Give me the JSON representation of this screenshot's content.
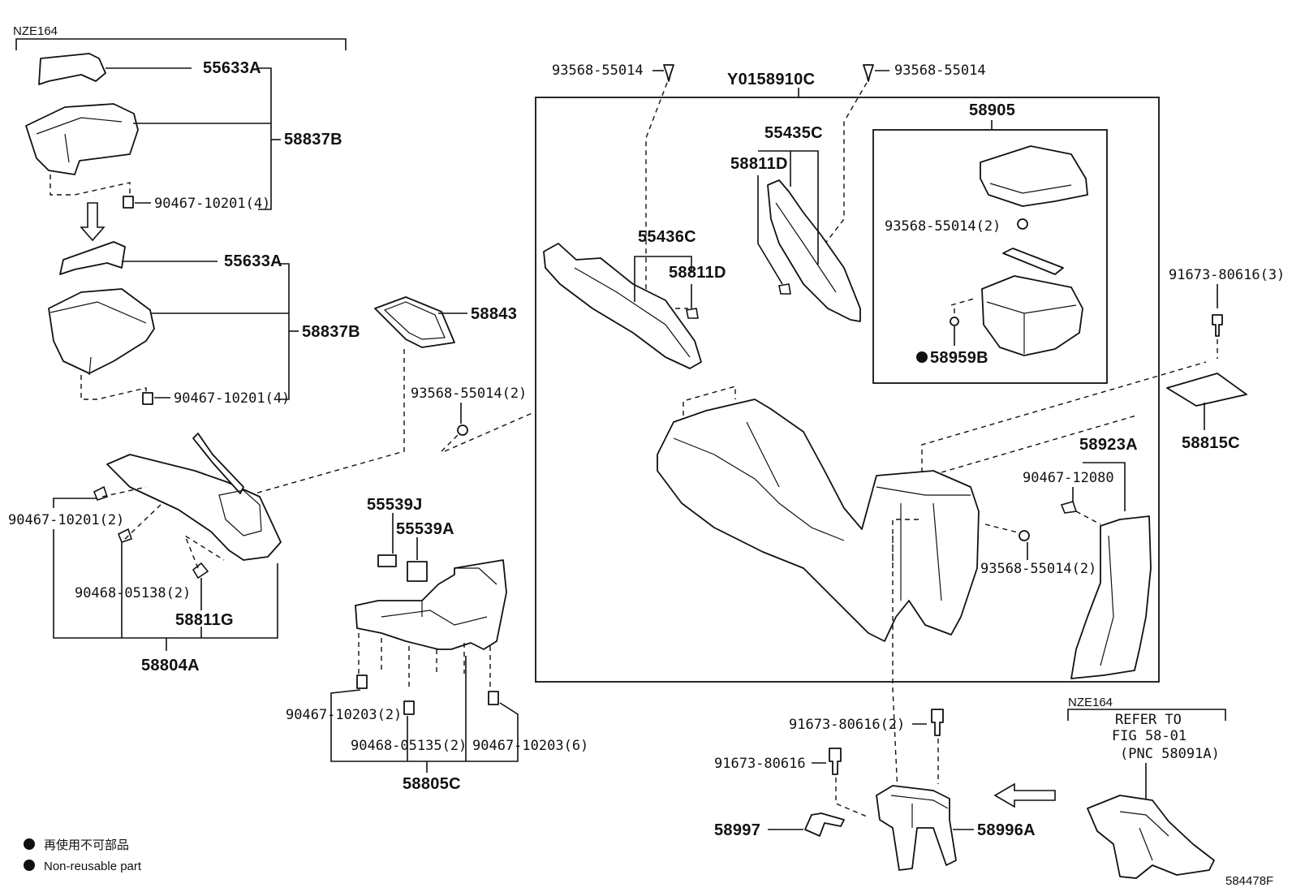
{
  "diagram": {
    "variant_label_top": "NZE164",
    "variant_label_bottom": "NZE164",
    "group_label": "Y0158910C",
    "figure_code": "584478F",
    "refer_lines": [
      "REFER TO",
      "FIG 58-01",
      "(PNC 58091A)"
    ],
    "legend": {
      "japanese": "再使用不可部品",
      "english": "Non-reusable part"
    },
    "parts": {
      "p55633A_top": "55633A",
      "p58837B_top": "58837B",
      "p90467_10201_4_top": "90467-10201(4)",
      "p55633A_mid": "55633A",
      "p58837B_mid": "58837B",
      "p90467_10201_4_mid": "90467-10201(4)",
      "p58843": "58843",
      "p93568_55014_2_left": "93568-55014(2)",
      "p90467_10201_2": "90467-10201(2)",
      "p90468_05138_2": "90468-05138(2)",
      "p58811G": "58811G",
      "p58804A": "58804A",
      "p55539J": "55539J",
      "p55539A": "55539A",
      "p90467_10203_2": "90467-10203(2)",
      "p90468_05135_2": "90468-05135(2)",
      "p90467_10203_6": "90467-10203(6)",
      "p58805C": "58805C",
      "p93568_55014_topleft": "93568-55014",
      "p93568_55014_topright": "93568-55014",
      "p55435C": "55435C",
      "p58811D_upper": "58811D",
      "p55436C": "55436C",
      "p58811D_lower": "58811D",
      "p58905": "58905",
      "p93568_55014_2_box": "93568-55014(2)",
      "p58959B": "58959B",
      "p91673_80616_3": "91673-80616(3)",
      "p58815C": "58815C",
      "p58923A": "58923A",
      "p90467_12080": "90467-12080",
      "p93568_55014_2_right": "93568-55014(2)",
      "p91673_80616_2": "91673-80616(2)",
      "p91673_80616": "91673-80616",
      "p58997": "58997",
      "p58996A": "58996A"
    }
  }
}
